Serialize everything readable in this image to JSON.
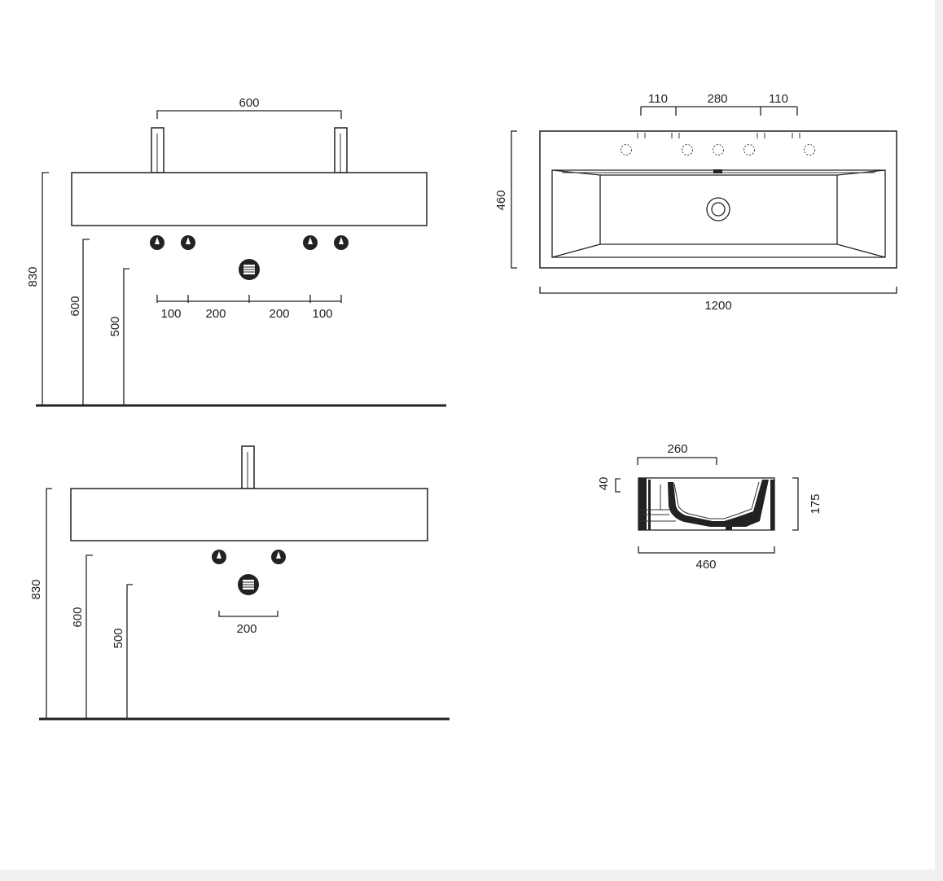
{
  "views": {
    "front_double": {
      "dims": {
        "tap_spacing": "600",
        "height_top": "830",
        "height_mid": "600",
        "height_low": "500",
        "spacing_1": "100",
        "spacing_2": "200",
        "spacing_3": "200",
        "spacing_4": "100"
      }
    },
    "top_view": {
      "dims": {
        "hole_1": "110",
        "hole_2": "280",
        "hole_3": "110",
        "depth": "460",
        "width": "1200"
      }
    },
    "front_single": {
      "dims": {
        "height_top": "830",
        "height_mid": "600",
        "height_low": "500",
        "spacing": "200"
      }
    },
    "section_view": {
      "dims": {
        "bowl_width": "260",
        "rim": "40",
        "height": "175",
        "depth": "460"
      }
    }
  },
  "colors": {
    "line": "#222222",
    "background": "#ffffff"
  }
}
